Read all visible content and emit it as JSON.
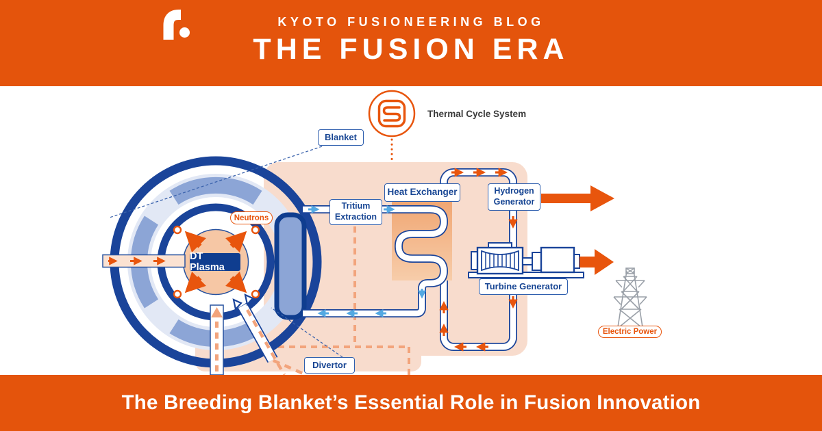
{
  "header": {
    "kicker": "KYOTO FUSIONEERING BLOG",
    "title": "THE FUSION ERA"
  },
  "footer": {
    "headline": "The Breeding Blanket’s Essential Role in Fusion Innovation"
  },
  "diagram": {
    "labels": {
      "thermal_cycle_system": "Thermal Cycle System",
      "blanket": "Blanket",
      "neutrons": "Neutrons",
      "dt_plasma": "DT Plasma",
      "tritium_extraction": "Tritium Extraction",
      "heat_exchanger": "Heat Exchanger",
      "hydrogen_generator": "Hydrogen Generator",
      "turbine_generator": "Turbine Generator",
      "divertor": "Divertor",
      "electric_power": "Electric Power"
    },
    "colors": {
      "banner_orange": "#E4540C",
      "accent_orange": "#E8550D",
      "soft_orange_dash": "#F2A47C",
      "navy": "#0F3D8F",
      "periwinkle": "#8CA5D6",
      "lavender": "#E2E8F5",
      "plasma_peach": "#F6C7A5",
      "background_peach": "#F8DCCD",
      "flow_blue": "#54A9E2",
      "tower_gray": "#9AA0A8"
    }
  }
}
